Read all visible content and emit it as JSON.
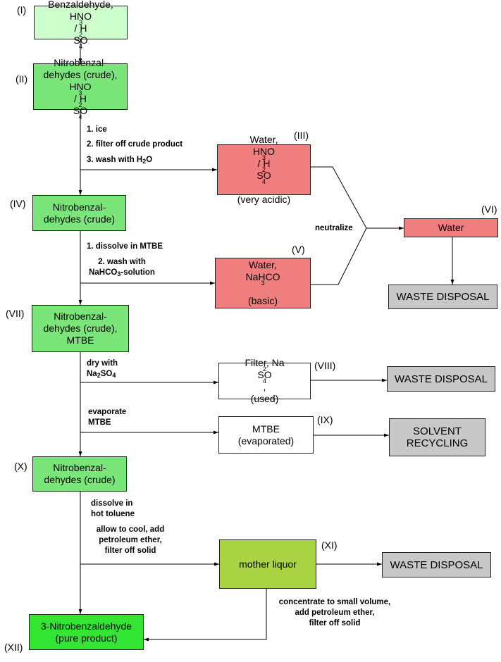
{
  "colors": {
    "reactant_box": "#ccffcc",
    "intermediate_box": "#7ae67a",
    "product_box": "#33e633",
    "mother_liquor_box": "#aad443",
    "aqueous_waste_box": "#f07e7e",
    "disposal_box": "#c8c8c8",
    "plain_box": "#ffffff"
  },
  "nodes": {
    "n1": {
      "label": "(I)",
      "html": "Benzaldehyde,<br>HNO<sub>3</sub> / H<sub>2</sub>SO<sub>4</sub>"
    },
    "n2": {
      "label": "(II)",
      "html": "Nitrobenzal-<br>dehydes (crude),<br>HNO<sub>3</sub> / H<sub>2</sub>SO<sub>4</sub>"
    },
    "n3": {
      "label": "(III)",
      "html": "Water,<br>HNO<sub>3</sub> / H<sub>2</sub>SO<sub>4</sub><br>(very acidic)"
    },
    "n4": {
      "label": "(IV)",
      "html": "Nitrobenzal-<br>dehydes (crude)"
    },
    "n5": {
      "label": "(V)",
      "html": "Water,<br>NaHCO<sub>3</sub><br>(basic)"
    },
    "n6": {
      "label": "(VI)",
      "html": "Water"
    },
    "n7": {
      "label": "(VII)",
      "html": "Nitrobenzal-<br>dehydes (crude),<br>MTBE"
    },
    "n8": {
      "label": "(VIII)",
      "html": "Filter, Na<sub>2</sub>SO<sub>4</sub>,<br>(used)"
    },
    "n9": {
      "label": "(IX)",
      "html": "MTBE<br>(evaporated)"
    },
    "n10": {
      "label": "(X)",
      "html": "Nitrobenzal-<br>dehydes (crude)"
    },
    "n11": {
      "label": "(XI)",
      "html": "mother liquor"
    },
    "n12": {
      "label": "(XII)",
      "html": "3-Nitrobenzaldehyde<br>(pure product)"
    }
  },
  "disposal": {
    "waste_1": "WASTE DISPOSAL",
    "waste_2": "WASTE DISPOSAL",
    "waste_3": "WASTE DISPOSAL",
    "recycling": "SOLVENT<br>RECYCLING"
  },
  "steps": {
    "s1": "1. ice",
    "s2": "2. filter off crude product",
    "s3": "3. wash with H<sub>2</sub>O",
    "s4": "1. dissolve in MTBE",
    "s5": "2. wash with<br>NaHCO<sub>3</sub>-solution",
    "neutralize": "neutralize",
    "s6": "dry with<br>Na<sub>2</sub>SO<sub>4</sub>",
    "s7": "evaporate<br>MTBE",
    "s8": "dissolve in<br>hot toluene",
    "s9": "allow to cool, add<br>petroleum ether,<br>filter off solid",
    "s10": "concentrate to small volume,<br>add petroleum ether,<br>filter off solid"
  }
}
